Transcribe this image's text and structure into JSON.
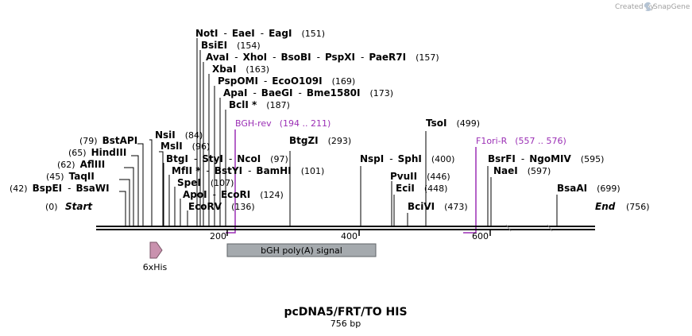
{
  "credit": "Created by",
  "brand": "SnapGene",
  "map_title": "pcDNA5/FRT/TO HIS",
  "map_size": "756 bp",
  "colors": {
    "primer": "#9b2fb5",
    "feature_fill": "#a5aaae",
    "his_tag": "#c992ae",
    "backbone": "#000000"
  },
  "axis_ticks": [
    "200",
    "400",
    "600"
  ],
  "start_label": "Start",
  "start_pos": "(0)",
  "end_label": "End",
  "end_pos": "(756)",
  "site_rows": [
    {
      "names": [
        "NotI",
        "EaeI",
        "EagI"
      ],
      "pos": "(151)"
    },
    {
      "names": [
        "BsiEI"
      ],
      "pos": "(154)"
    },
    {
      "names": [
        "AvaI",
        "XhoI",
        "BsoBI",
        "PspXI",
        "PaeR7I"
      ],
      "pos": "(157)"
    },
    {
      "names": [
        "XbaI"
      ],
      "pos": "(163)"
    },
    {
      "names": [
        "PspOMI",
        "EcoO109I"
      ],
      "pos": "(169)"
    },
    {
      "names": [
        "ApaI",
        "BaeGI",
        "Bme1580I"
      ],
      "pos": "(173)"
    },
    {
      "names": [
        "BclI *"
      ],
      "pos": "(187)"
    },
    {
      "names": [
        "NsiI"
      ],
      "pos": "(84)"
    },
    {
      "names": [
        "MslI"
      ],
      "pos": "(96)"
    },
    {
      "names": [
        "BtgI",
        "StyI",
        "NcoI"
      ],
      "pos": "(97)"
    },
    {
      "names": [
        "MfII *",
        "BstYI",
        "BamHI"
      ],
      "pos": "(101)"
    },
    {
      "names": [
        "SpeI"
      ],
      "pos": "(107)"
    },
    {
      "names": [
        "ApoI",
        "EcoRI"
      ],
      "pos": "(124)"
    },
    {
      "names": [
        "EcoRV"
      ],
      "pos": "(136)"
    },
    {
      "names": [
        "BstAPI"
      ],
      "pos": "(79)"
    },
    {
      "names": [
        "HindIII"
      ],
      "pos": "(65)"
    },
    {
      "names": [
        "AflIII"
      ],
      "pos": "(62)"
    },
    {
      "names": [
        "TaqII"
      ],
      "pos": "(45)"
    },
    {
      "names": [
        "BspEI",
        "BsaWI"
      ],
      "pos": "(42)"
    },
    {
      "names": [
        "BtgZI"
      ],
      "pos": "(293)"
    },
    {
      "names": [
        "TsoI"
      ],
      "pos": "(499)"
    },
    {
      "names": [
        "NspI",
        "SphI"
      ],
      "pos": "(400)"
    },
    {
      "names": [
        "PvuII"
      ],
      "pos": "(446)"
    },
    {
      "names": [
        "EciI"
      ],
      "pos": "(448)"
    },
    {
      "names": [
        "BciVI"
      ],
      "pos": "(473)"
    },
    {
      "names": [
        "BsrFI",
        "NgoMIV"
      ],
      "pos": "(595)"
    },
    {
      "names": [
        "NaeI"
      ],
      "pos": "(597)"
    },
    {
      "names": [
        "BsaAI"
      ],
      "pos": "(699)"
    }
  ],
  "primers": [
    {
      "name": "BGH-rev",
      "range": "(194 .. 211)"
    },
    {
      "name": "F1ori-R",
      "range": "(557 .. 576)"
    }
  ],
  "features": [
    {
      "name": "bGH poly(A) signal"
    },
    {
      "name": "6xHis"
    }
  ]
}
